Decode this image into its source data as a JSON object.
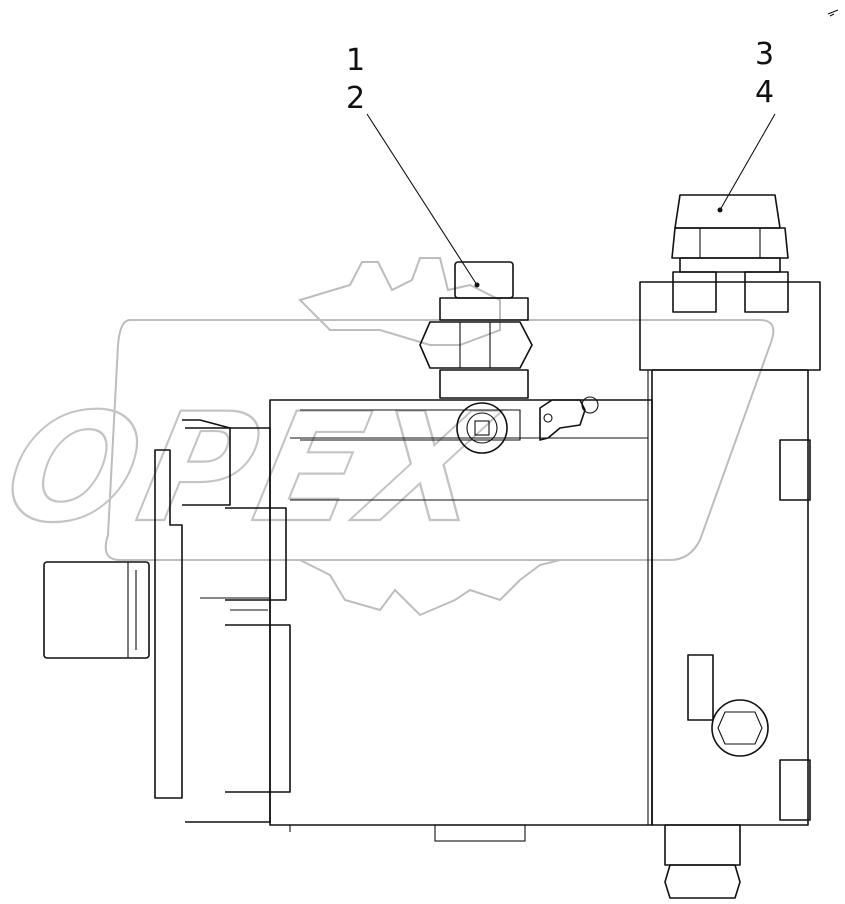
{
  "watermark": {
    "brand": "OPEX"
  },
  "callouts": [
    {
      "id": "c1",
      "text": "1"
    },
    {
      "id": "c2",
      "text": "2"
    },
    {
      "id": "c3",
      "text": "3"
    },
    {
      "id": "c4",
      "text": "4"
    }
  ]
}
